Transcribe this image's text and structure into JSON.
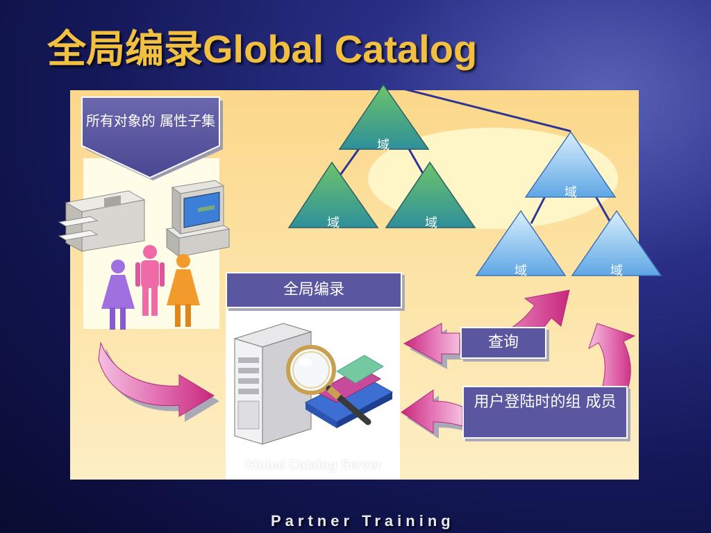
{
  "title": "全局编录Global Catalog",
  "footer": "Partner Training",
  "attribute_subset": "所有对象的 属性子集",
  "domain_label": "域",
  "global_catalog_label": "全局编录",
  "global_catalog_server": "Global Catalog Server",
  "query_label": "查询",
  "login_label": "用户登陆时的组 成员",
  "colors": {
    "title": "#f2c040",
    "panel": "#fde6ad",
    "label_box": "#5a56a0",
    "arrow": "#d9408a",
    "tree_left": "#4aa88e",
    "tree_right": "#9ccdf2"
  },
  "icons": [
    "printer-icon",
    "computer-icon",
    "people-icon",
    "server-icon",
    "magnifier-icon"
  ]
}
